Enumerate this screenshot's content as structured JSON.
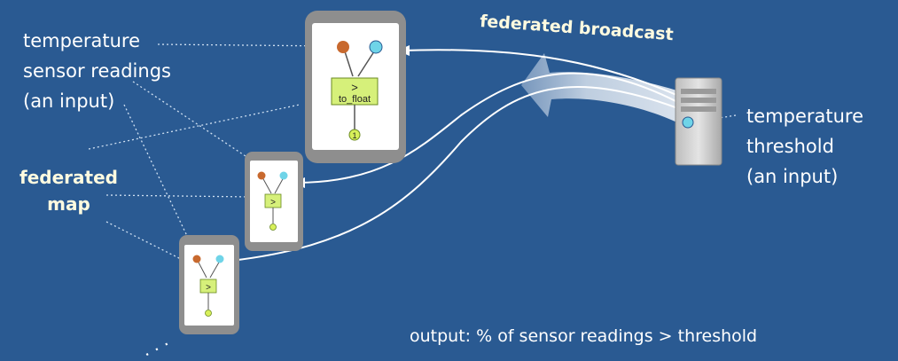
{
  "colors": {
    "background": "#2a5a92",
    "phone_body": "#8e8e8e",
    "phone_screen": "#ffffff",
    "input_node_sensor": "#c8692e",
    "input_node_threshold": "#6fd4e8",
    "operator_box": "#d6f07a",
    "output_node": "#d8f05a",
    "broadcast_arrow": "#dfe6f0",
    "server_body": "#d2d2d2"
  },
  "labels": {
    "temp_sensor": [
      "temperature",
      "sensor readings",
      "(an input)"
    ],
    "temp_threshold": [
      "temperature",
      "threshold",
      "(an input)"
    ],
    "federated_map": [
      "federated",
      "map"
    ],
    "federated_broadcast": "federated broadcast",
    "output": "output: % of sensor readings > threshold",
    "ellipsis": ". . ."
  },
  "graph": {
    "operator_symbol": ">",
    "operator_sub": "to_float",
    "output_value": "1"
  },
  "icons": [
    "phone-device-icon",
    "server-tower-icon",
    "broadcast-arrow-icon"
  ]
}
